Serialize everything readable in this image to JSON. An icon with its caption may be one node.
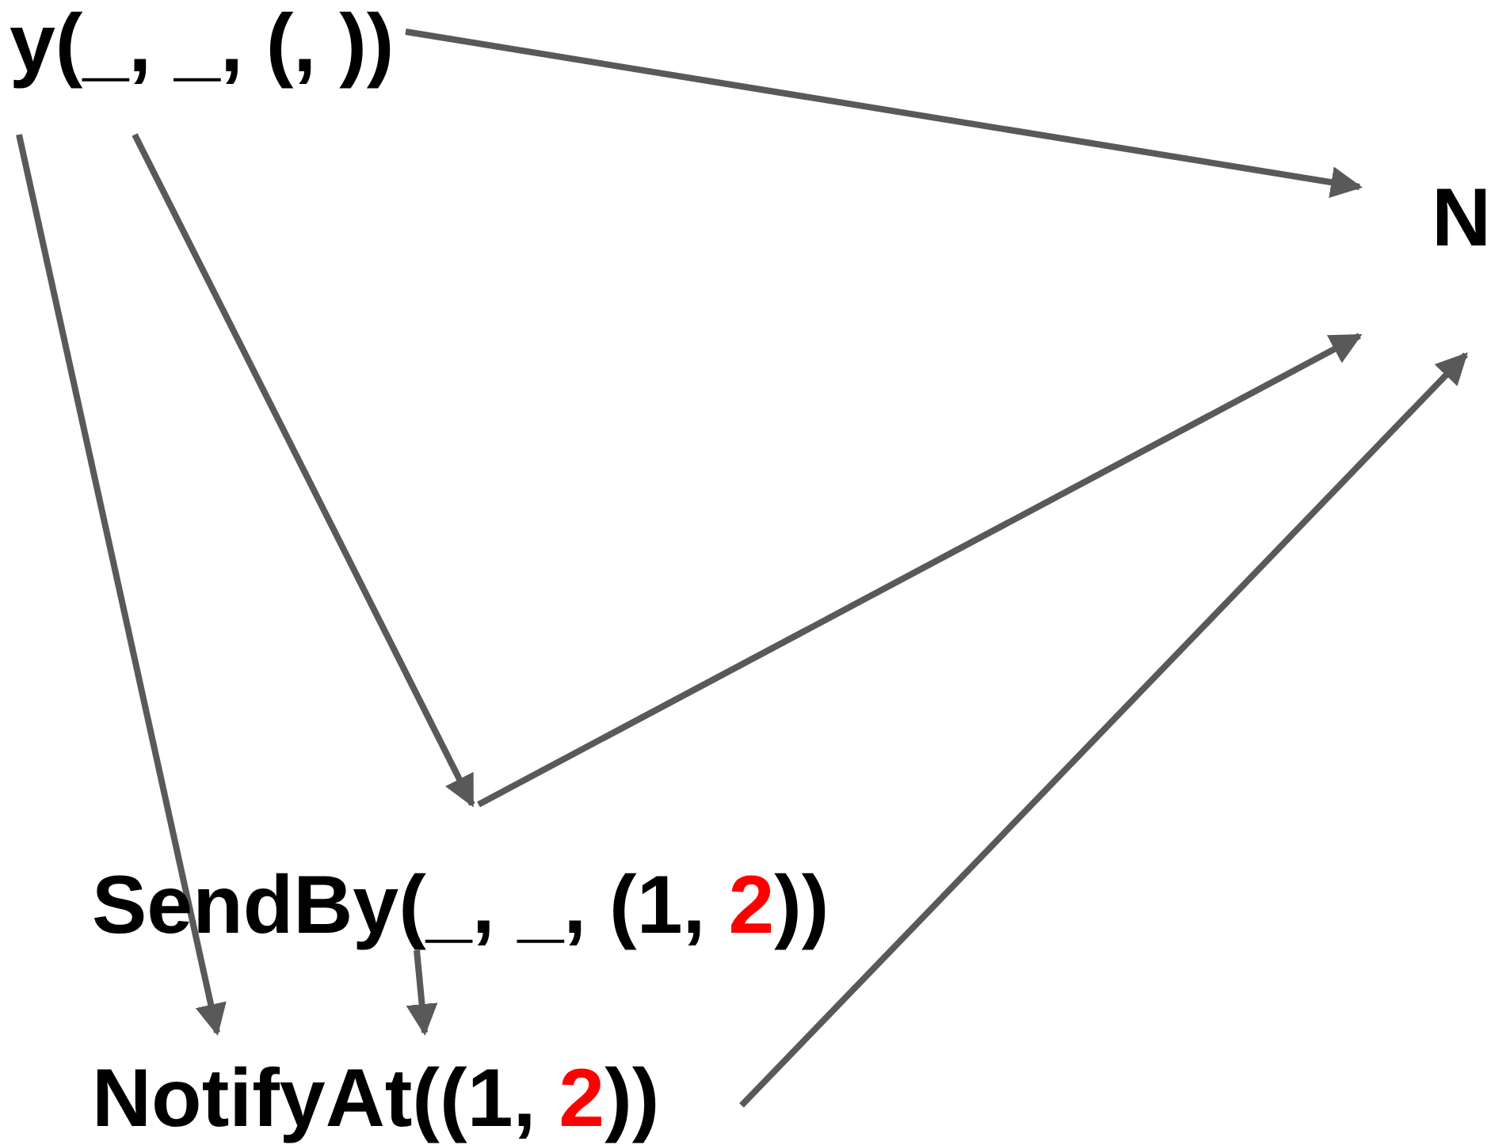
{
  "diagram": {
    "nodes": [
      {
        "text": [
          "y(_, _, (, ))"
        ]
      },
      {
        "text": [
          "N"
        ]
      },
      {
        "text": [
          "SendBy(_, _, (1, **2**))"
        ]
      },
      {
        "text": [
          "NotifyAt((1, **2**))"
        ]
      }
    ],
    "edges": [
      {
        "from": 0,
        "to": 1,
        "arrow": "to"
      },
      {
        "from": 0,
        "to": 2,
        "arrow": "to"
      },
      {
        "from": 2,
        "to": 1,
        "arrow": "to"
      },
      {
        "from": 0,
        "to": 3,
        "arrow": "to"
      },
      {
        "from": 2,
        "to": 3,
        "arrow": "to"
      },
      {
        "from": 3,
        "to": 1,
        "arrow": "to"
      }
    ]
  }
}
